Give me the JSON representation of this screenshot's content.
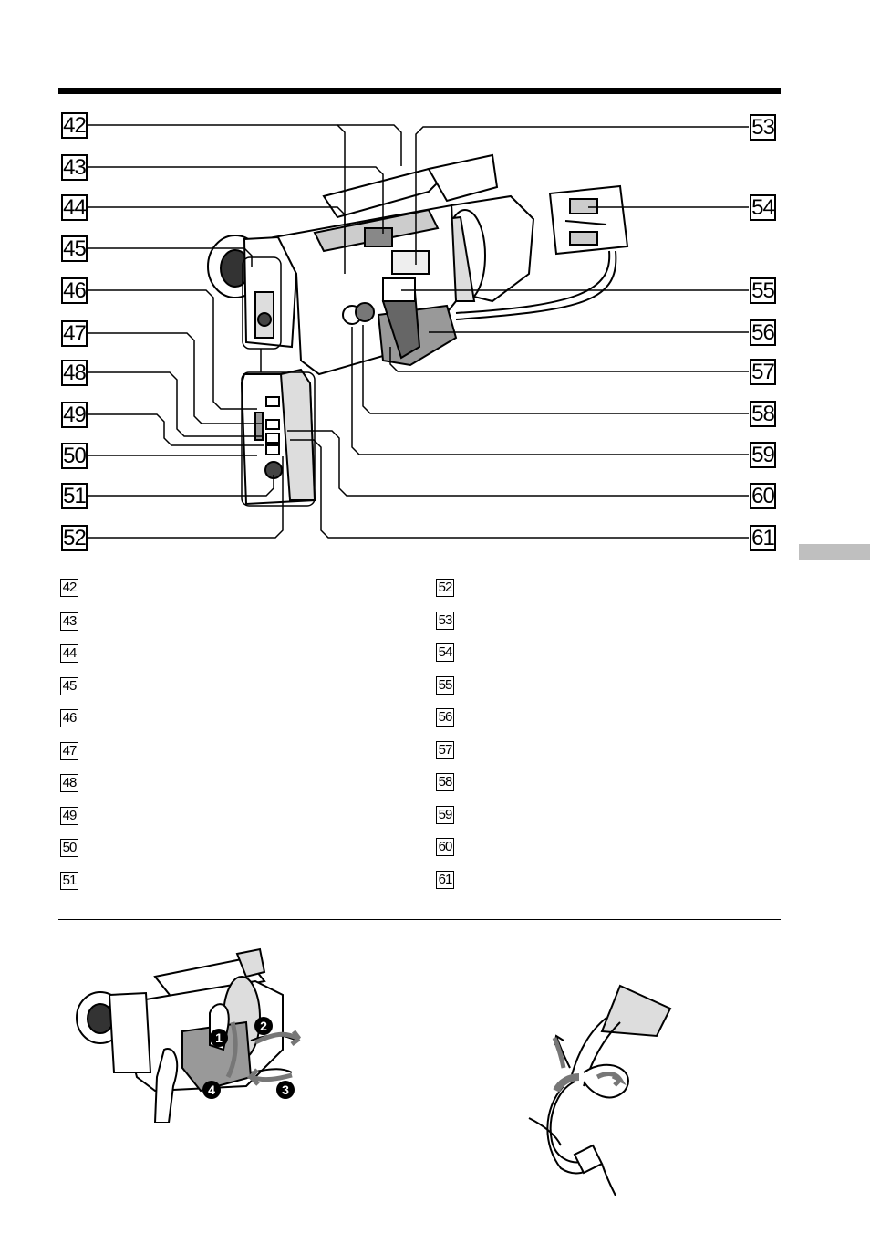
{
  "callouts_left": [
    "42",
    "43",
    "44",
    "45",
    "46",
    "47",
    "48",
    "49",
    "50",
    "51",
    "52"
  ],
  "callouts_right": [
    "53",
    "54",
    "55",
    "56",
    "57",
    "58",
    "59",
    "60",
    "61"
  ],
  "legend_left": [
    "42",
    "43",
    "44",
    "45",
    "46",
    "47",
    "48",
    "49",
    "50",
    "51"
  ],
  "legend_right": [
    "52",
    "53",
    "54",
    "55",
    "56",
    "57",
    "58",
    "59",
    "60",
    "61"
  ],
  "steps": [
    "1",
    "2",
    "3",
    "4"
  ]
}
